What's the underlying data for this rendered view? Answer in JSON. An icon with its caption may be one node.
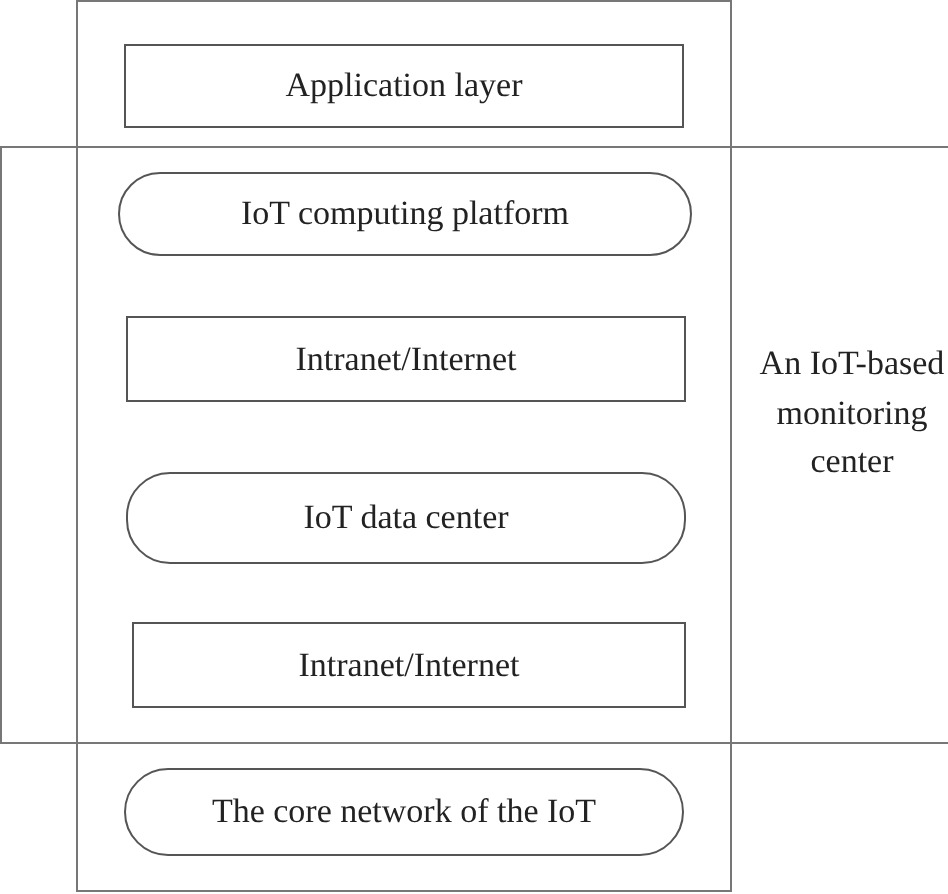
{
  "diagram": {
    "nodes": [
      {
        "text": [
          "Application layer"
        ]
      },
      {
        "text": [
          "An IoT-based monitoring center"
        ]
      },
      {
        "text": [
          "IoT computing platform"
        ],
        "in": 1
      },
      {
        "text": [
          "Intranet/Internet"
        ],
        "in": 1
      },
      {
        "text": [
          "IoT data center"
        ],
        "in": 1
      },
      {
        "text": [
          "Intranet/Internet"
        ],
        "in": 1
      },
      {
        "text": [
          "The core network of the IoT"
        ]
      }
    ]
  }
}
